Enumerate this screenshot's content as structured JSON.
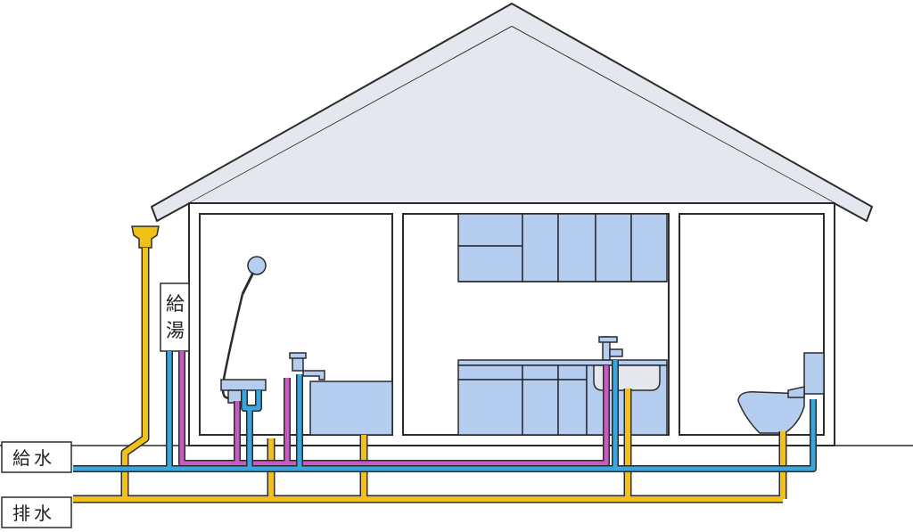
{
  "labels": {
    "supply": "給水",
    "drain": "排水",
    "hot_water_1": "給",
    "hot_water_2": "湯"
  },
  "colors": {
    "supply": "#3aa6e0",
    "hot": "#c75bc3",
    "drain": "#f2c118",
    "roof": "#e5e7ee",
    "fixture": "#b5cdee",
    "outline": "#2b2b2b"
  }
}
